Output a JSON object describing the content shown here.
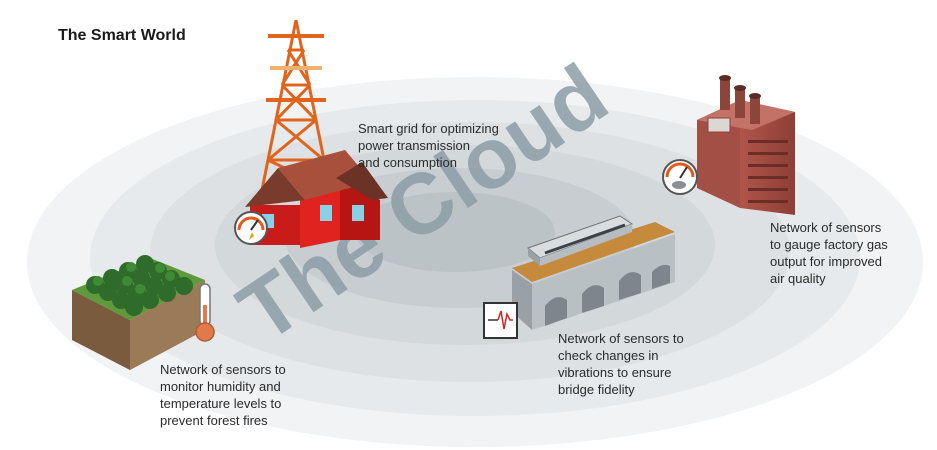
{
  "title": "The Smart World",
  "cloud_label": "The Cloud",
  "callouts": {
    "grid": "Smart grid for optimizing\npower transmission\nand consumption",
    "factory": "Network of sensors\nto gauge factory gas\noutput for improved\nair quality",
    "bridge": "Network of sensors to\ncheck changes in\nvibrations to ensure\nbridge fidelity",
    "forest": "Network of sensors to\nmonitor humidity and\ntemperature levels to\nprevent forest fires"
  },
  "icons": [
    "power-tower-icon",
    "house-icon",
    "gauge-icon",
    "factory-icon",
    "train-icon",
    "bridge-icon",
    "seismograph-icon",
    "forest-icon",
    "thermometer-icon"
  ],
  "colors": {
    "accent_red": "#d9231f",
    "tower_orange": "#e0641c",
    "cloud_text": "#8d9ea6",
    "ring_outer": "#eef0f1",
    "ring_inner": "#cfd4d7"
  }
}
